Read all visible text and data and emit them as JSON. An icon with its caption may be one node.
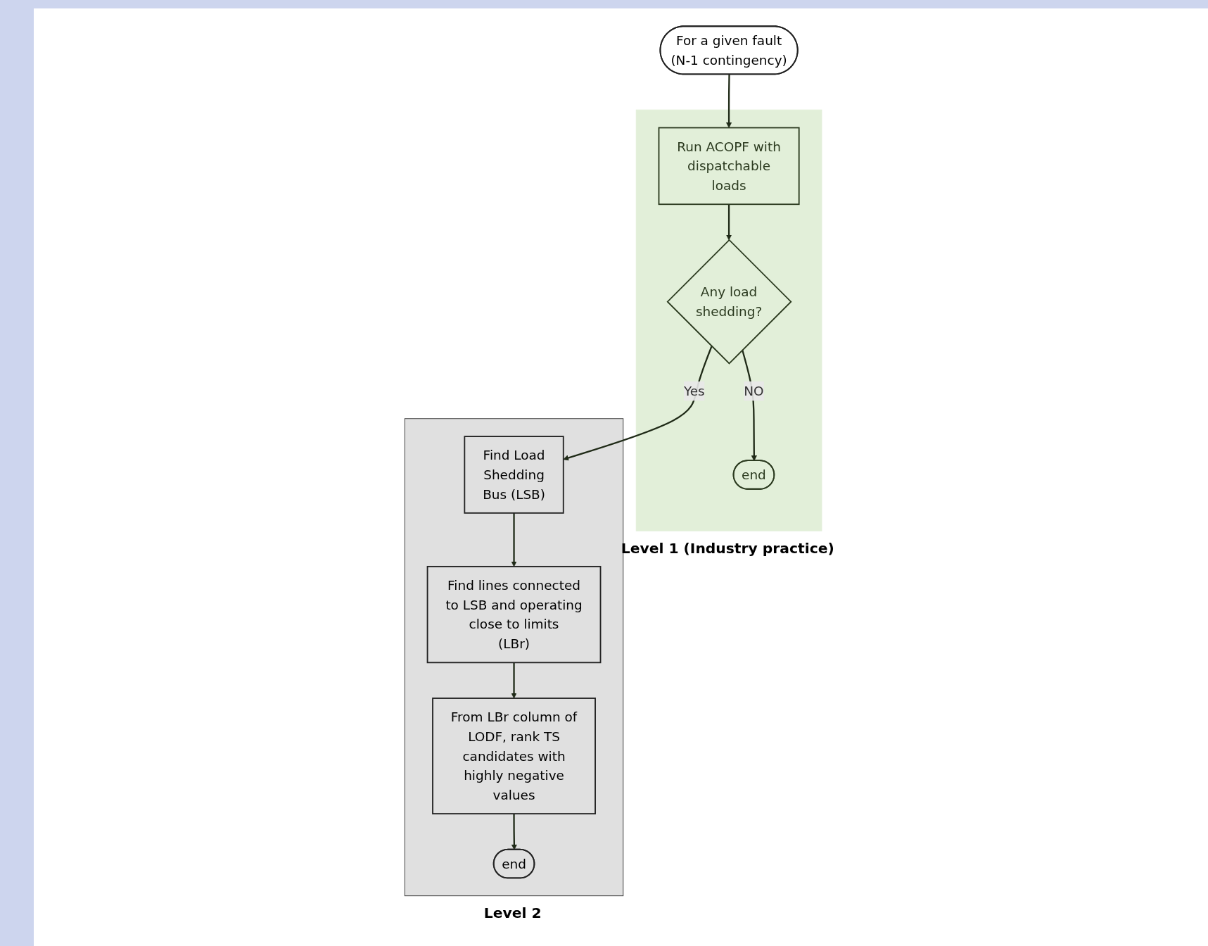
{
  "diagram": {
    "nodes": [
      {
        "text": [
          "For a given fault (N-1 contingency)"
        ]
      },
      {
        "text": [
          "Level 1 (Industry practice)"
        ]
      },
      {
        "text": [
          "Run ACOPF with dispatchable loads"
        ],
        "in": 1
      },
      {
        "text": [
          "Any load shedding?"
        ],
        "in": 1
      },
      {
        "text": [
          "end"
        ],
        "in": 1
      },
      {
        "text": [
          "Level 2"
        ]
      },
      {
        "text": [
          "Find Load Shedding Bus (LSB)"
        ],
        "in": 5
      },
      {
        "text": [
          "Find lines connected to LSB and operating close to limits (LBr)"
        ],
        "in": 5
      },
      {
        "text": [
          "From LBr column of LODF, rank TS candidates with highly negative values"
        ],
        "in": 5
      },
      {
        "text": [
          "end"
        ],
        "in": 5
      }
    ],
    "edges": [
      {
        "from": 0,
        "to": 2,
        "arrow": "to"
      },
      {
        "from": 2,
        "to": 3,
        "arrow": "to"
      },
      {
        "from": 3,
        "to": 4,
        "label": "NO",
        "arrow": "to"
      },
      {
        "from": 3,
        "to": 6,
        "label": "Yes",
        "arrow": "to"
      },
      {
        "from": 6,
        "to": 7,
        "arrow": "to"
      },
      {
        "from": 7,
        "to": 8,
        "arrow": "to"
      },
      {
        "from": 8,
        "to": 9,
        "arrow": "to"
      }
    ]
  }
}
